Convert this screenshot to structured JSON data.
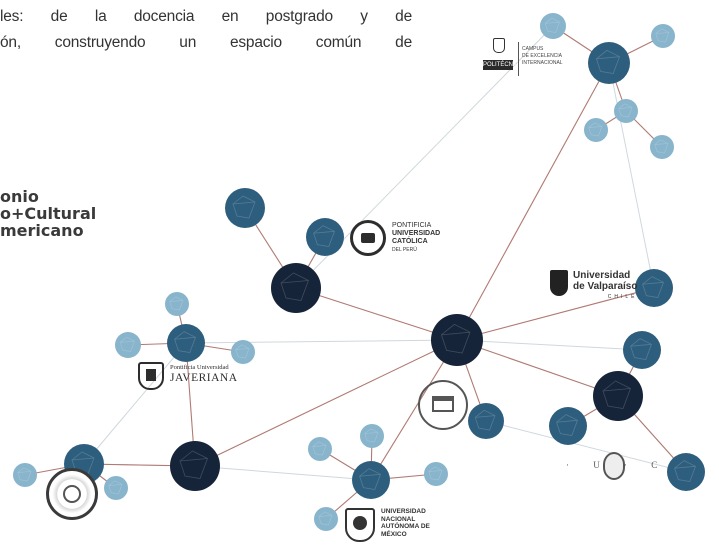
{
  "intro": {
    "line1": "les: de la docencia en postgrado y de",
    "line2": "ón, construyendo un espacio común de"
  },
  "network_title": {
    "line1": "onio",
    "line2": "o+Cultural",
    "line3": "mericano"
  },
  "colors": {
    "dark_node": "#16243a",
    "mid_node": "#2e5e7e",
    "light_node": "#88b4cc",
    "edge_main": "#b07a72",
    "edge_light": "#cfd8de"
  },
  "logos": {
    "politecnica": {
      "name": "POLITÉCNICA",
      "tagline_1": "CAMPUS",
      "tagline_2": "DE EXCELENCIA",
      "tagline_3": "INTERNACIONAL"
    },
    "pucp": {
      "line1": "PONTIFICIA",
      "line2": "UNIVERSIDAD",
      "line3": "CATÓLICA",
      "line4": "DEL PERÚ"
    },
    "valparaiso": {
      "line1": "Universidad",
      "line2": "de Valparaíso",
      "line3": "CHILE"
    },
    "javeriana": {
      "line1": "Pontificia Universidad",
      "line2": "JAVERIANA"
    },
    "unam": {
      "line1": "UNIVERSIDAD",
      "line2": "NACIONAL",
      "line3": "AUTÓNOMA DE",
      "line4": "MÉXICO"
    },
    "uc": {
      "text": "· U · C ·"
    }
  }
}
